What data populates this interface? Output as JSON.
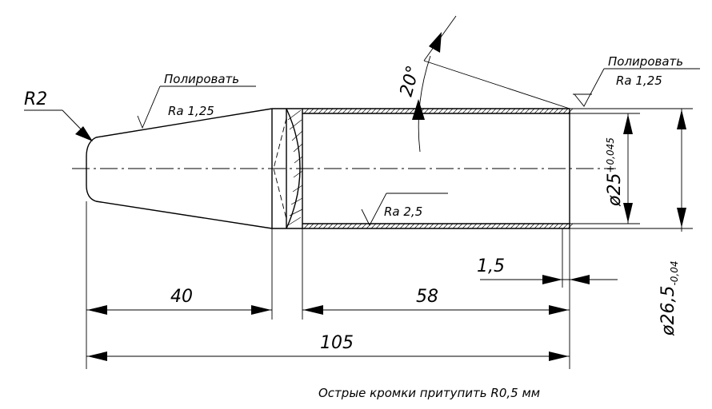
{
  "drawing": {
    "corner_radius": "R2",
    "finish_left": {
      "label": "Полировать",
      "roughness": "Ra 1,25"
    },
    "finish_right": {
      "label": "Полировать",
      "roughness": "Ra 1,25"
    },
    "finish_bore": {
      "roughness": "Ra 2,5"
    },
    "angle": "20°",
    "bore_diameter": {
      "symbol": "ø",
      "value": "25",
      "tolerance": "+0,045"
    },
    "outer_diameter": {
      "symbol": "ø",
      "value": "26,5",
      "tolerance": "-0,04"
    },
    "dim_chamfer": "1,5",
    "dim_cone": "40",
    "dim_bore": "58",
    "dim_total": "105",
    "note": "Острые кромки притупить R0,5 мм"
  }
}
